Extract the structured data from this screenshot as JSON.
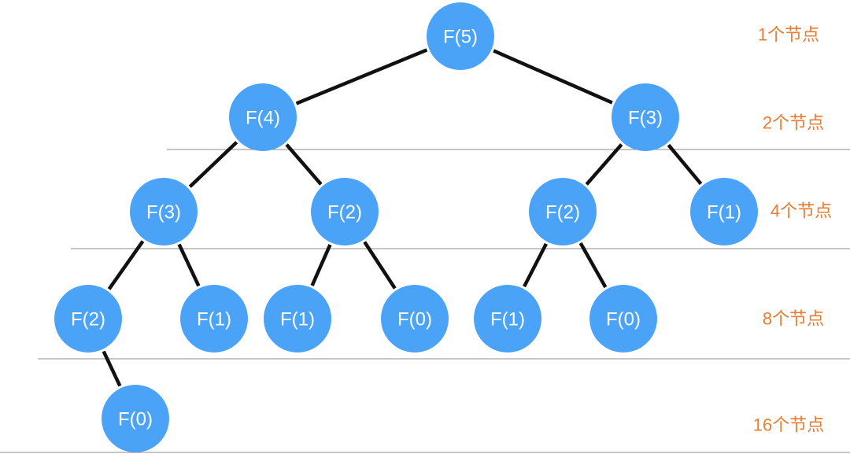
{
  "diagram": {
    "nodes": [
      {
        "id": "n1",
        "label": "F(5)"
      },
      {
        "id": "n2",
        "label": "F(4)"
      },
      {
        "id": "n3",
        "label": "F(3)"
      },
      {
        "id": "n4",
        "label": "F(3)"
      },
      {
        "id": "n5",
        "label": "F(2)"
      },
      {
        "id": "n6",
        "label": "F(2)"
      },
      {
        "id": "n7",
        "label": "F(1)"
      },
      {
        "id": "n8",
        "label": "F(2)"
      },
      {
        "id": "n9",
        "label": "F(1)"
      },
      {
        "id": "n10",
        "label": "F(1)"
      },
      {
        "id": "n11",
        "label": "F(0)"
      },
      {
        "id": "n12",
        "label": "F(1)"
      },
      {
        "id": "n13",
        "label": "F(0)"
      },
      {
        "id": "n14",
        "label": "F(0)"
      }
    ],
    "edges": [
      [
        "n1",
        "n2"
      ],
      [
        "n1",
        "n3"
      ],
      [
        "n2",
        "n4"
      ],
      [
        "n2",
        "n5"
      ],
      [
        "n3",
        "n6"
      ],
      [
        "n3",
        "n7"
      ],
      [
        "n4",
        "n8"
      ],
      [
        "n4",
        "n9"
      ],
      [
        "n5",
        "n10"
      ],
      [
        "n5",
        "n11"
      ],
      [
        "n6",
        "n12"
      ],
      [
        "n6",
        "n13"
      ],
      [
        "n8",
        "n14"
      ]
    ],
    "level_labels": [
      "1个节点",
      "2个节点",
      "4个节点",
      "8个节点",
      "16个节点"
    ],
    "colors": {
      "node_fill": "#4ba3f7",
      "node_text": "#ffffff",
      "edge": "#111111",
      "level_label": "#e87d33",
      "divider": "#8e8e8e"
    }
  }
}
